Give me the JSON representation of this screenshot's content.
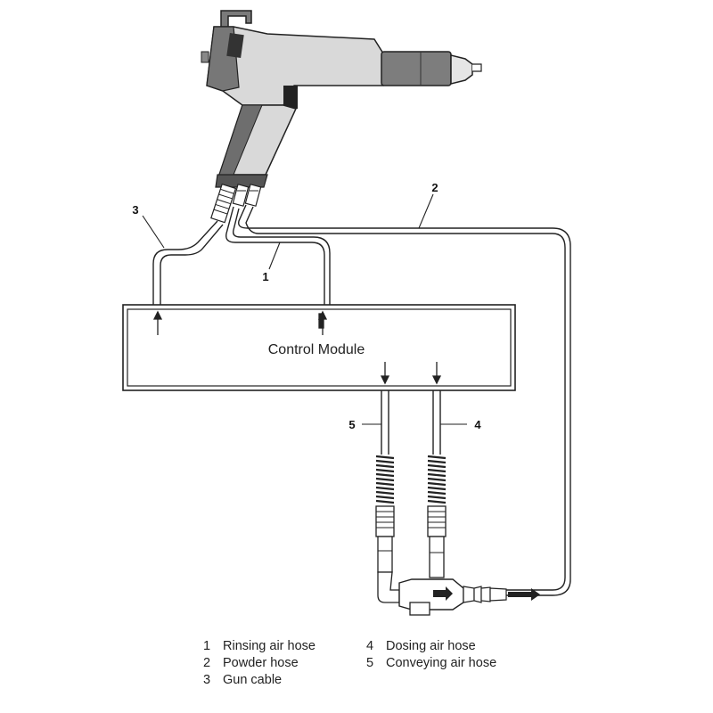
{
  "module_label": "Control Module",
  "callouts": {
    "c1": "1",
    "c2": "2",
    "c3": "3",
    "c4": "4",
    "c5": "5"
  },
  "legend": [
    {
      "num": "1",
      "label": "Rinsing air hose"
    },
    {
      "num": "2",
      "label": "Powder hose"
    },
    {
      "num": "3",
      "label": "Gun cable"
    },
    {
      "num": "4",
      "label": "Dosing air hose"
    },
    {
      "num": "5",
      "label": "Conveying air hose"
    }
  ],
  "colors": {
    "line": "#222222",
    "gun_body": "#d8d8d8",
    "gun_dark": "#6e6e6e",
    "module_fill": "#ffffff"
  }
}
